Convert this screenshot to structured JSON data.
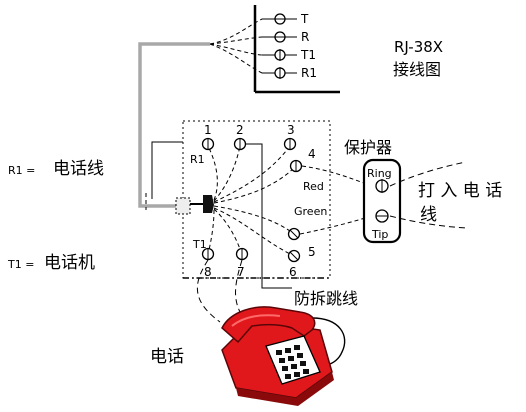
{
  "rj_terminals": [
    "T",
    "R",
    "T1",
    "R1"
  ],
  "title": {
    "line1": "RJ-38X",
    "line2": "接线图"
  },
  "legend": {
    "r1": "R1 =",
    "r1_desc": "电话线",
    "t1": "T1 =",
    "t1_desc": "电话机"
  },
  "block_numbers": [
    "1",
    "2",
    "3",
    "4",
    "5",
    "6",
    "7",
    "8"
  ],
  "block_labels": {
    "r1": "R1",
    "t1": "T1",
    "red": "Red",
    "green": "Green"
  },
  "protector": {
    "title": "保护器",
    "ring": "Ring",
    "tip": "Tip"
  },
  "incoming": {
    "line1": "打 入 电 话",
    "line2": "线"
  },
  "jumper": "防拆跳线",
  "phone": "电话",
  "colors": {
    "phone_red": "#e0181c",
    "phone_dark": "#8a0a0c",
    "cable_gray": "#a8a8a8"
  }
}
